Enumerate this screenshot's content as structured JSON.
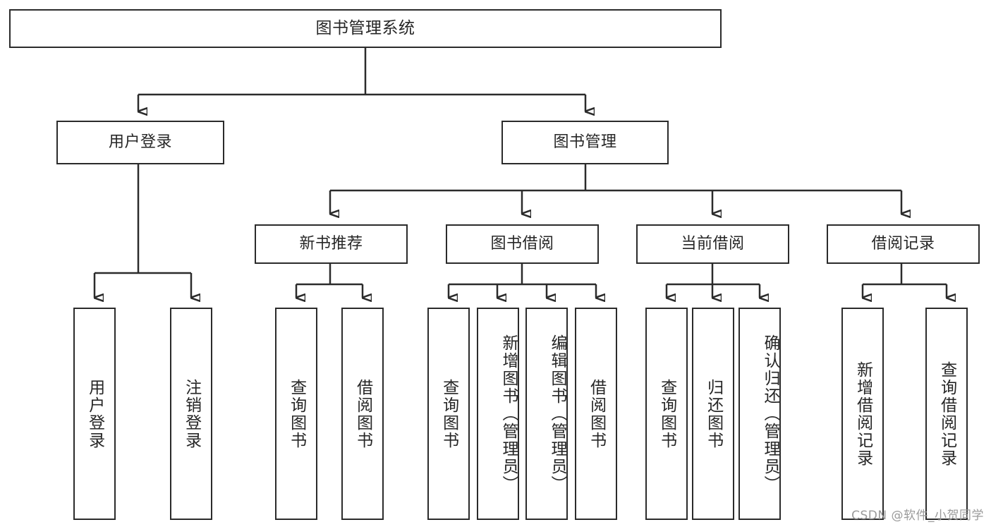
{
  "diagram": {
    "title": "图书管理系统",
    "watermark": "CSDN @软件_小贺同学",
    "colors": {
      "stroke": "#2b2b2b",
      "text": "#262626",
      "background": "#ffffff",
      "watermark": "#9a9a9a"
    },
    "nodes": {
      "root": "图书管理系统",
      "level1": [
        "用户登录",
        "图书管理"
      ],
      "level2": [
        "新书推荐",
        "图书借阅",
        "当前借阅",
        "借阅记录"
      ],
      "leaves": {
        "user_login": [
          "用户登录",
          "注销登录"
        ],
        "new_book_recommend": [
          "查询图书",
          "借阅图书"
        ],
        "book_borrow": [
          "查询图书",
          "新增图书（管理员）",
          "编辑图书（管理员）",
          "借阅图书"
        ],
        "current_borrow": [
          "查询图书",
          "归还图书",
          "确认归还（管理员）"
        ],
        "borrow_record": [
          "新增借阅记录",
          "查询借阅记录"
        ]
      }
    }
  }
}
